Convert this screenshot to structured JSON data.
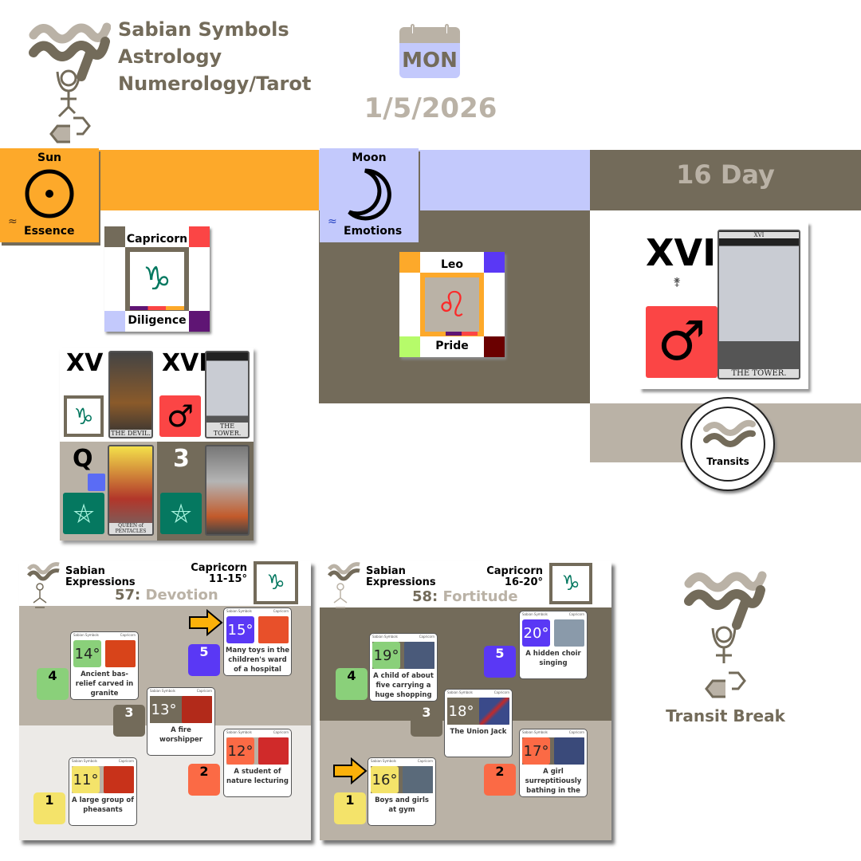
{
  "header": {
    "brand_lines": [
      "Sabian Symbols",
      "Astrology",
      "Numerology/Tarot"
    ],
    "weekday": "MON",
    "date": "1/5/2026"
  },
  "colors": {
    "taupe": "#736b5a",
    "light_taupe": "#bab2a6",
    "orange": "#fda92a",
    "lavender": "#c3c9fc",
    "red": "#fb4545",
    "teal": "#057860",
    "purple": "#5a38f5",
    "green": "#8ad07a",
    "yellow": "#f4e36a",
    "coral": "#fb6a45"
  },
  "sun": {
    "title": "Sun",
    "subtitle": "Essence",
    "icon": "sun-icon",
    "sign": {
      "name": "Capricorn",
      "keyword": "Diligence",
      "glyph": "♑"
    }
  },
  "moon": {
    "title": "Moon",
    "subtitle": "Emotions",
    "icon": "moon-icon",
    "sign": {
      "name": "Leo",
      "keyword": "Pride",
      "glyph": "♌"
    }
  },
  "day": {
    "label": "16 Day",
    "roman": "XVI",
    "planet_glyph": "♂",
    "card_title": "THE TOWER.",
    "card_numeral": "XVI"
  },
  "transits": {
    "label": "Transits"
  },
  "tarot_grid": [
    {
      "numeral": "XV",
      "glyph": "♑",
      "card_title": "THE DEVIL."
    },
    {
      "numeral": "XVI",
      "glyph": "♂",
      "card_title": "THE TOWER."
    },
    {
      "numeral": "Q",
      "glyph": "⛤",
      "card_title": "QUEEN of PENTACLES"
    },
    {
      "numeral": "3",
      "glyph": "⛤",
      "card_title": ""
    }
  ],
  "sabian_panels": [
    {
      "title_lines": [
        "Sabian",
        "Expressions"
      ],
      "sign": "Capricorn",
      "range": "11-15°",
      "number": "57:",
      "name": "Devotion",
      "cards": [
        {
          "degree": "15°",
          "text": "Many toys in the children's ward of a hospital",
          "badge": "5"
        },
        {
          "degree": "14°",
          "text": "Ancient bas-relief carved in granite",
          "badge": "4"
        },
        {
          "degree": "13°",
          "text": "A fire worshipper",
          "badge": "3"
        },
        {
          "degree": "12°",
          "text": "A student of nature lecturing",
          "badge": "2"
        },
        {
          "degree": "11°",
          "text": "A large group of pheasants",
          "badge": "1"
        }
      ]
    },
    {
      "title_lines": [
        "Sabian",
        "Expressions"
      ],
      "sign": "Capricorn",
      "range": "16-20°",
      "number": "58:",
      "name": "Fortitude",
      "cards": [
        {
          "degree": "20°",
          "text": "A hidden choir singing",
          "badge": "5"
        },
        {
          "degree": "19°",
          "text": "A child of about five carrying a huge shopping bag",
          "badge": "4"
        },
        {
          "degree": "18°",
          "text": "The Union Jack",
          "badge": "3"
        },
        {
          "degree": "17°",
          "text": "A girl surreptitiously bathing in the nude",
          "badge": "2"
        },
        {
          "degree": "16°",
          "text": "Boys and girls at gym",
          "badge": "1"
        }
      ]
    }
  ],
  "card_header": {
    "brand": "Sabian Symbols",
    "sign": "Capricorn"
  },
  "transit_break": {
    "label": "Transit Break"
  }
}
